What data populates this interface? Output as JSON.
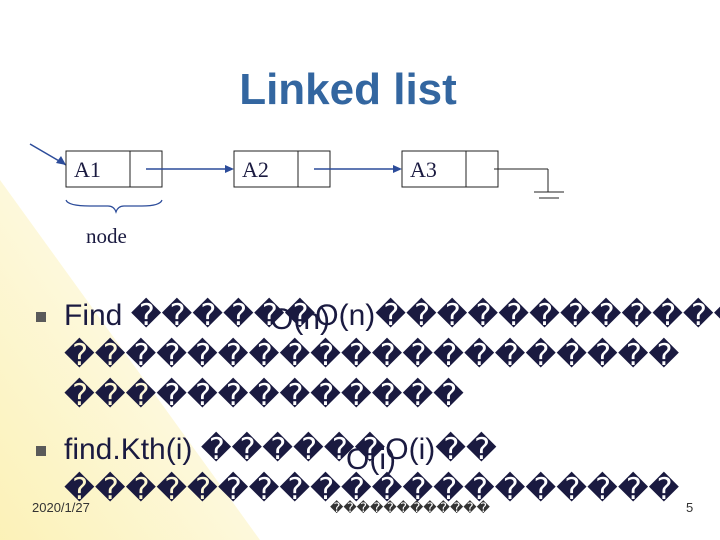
{
  "slide": {
    "title": "Linked list",
    "nodes": [
      {
        "label": "A1"
      },
      {
        "label": "A2"
      },
      {
        "label": "A3"
      }
    ],
    "node_caption": "node",
    "bullets": [
      {
        "lines": [
          "Find ������O(n)������������",
          "��������������������",
          "�������������"
        ],
        "complexity": "O(n)"
      },
      {
        "lines": [
          "find.Kth(i) ������O(i)��",
          "��������������������"
        ],
        "complexity": "O(i)"
      }
    ],
    "footer": {
      "date": "2020/1/27",
      "center": "������������",
      "page": "5"
    },
    "colors": {
      "title": "#3366a0",
      "text": "#1a1a40",
      "bullet": "#5a5a5a",
      "wedge": "#fdf6c8"
    }
  }
}
